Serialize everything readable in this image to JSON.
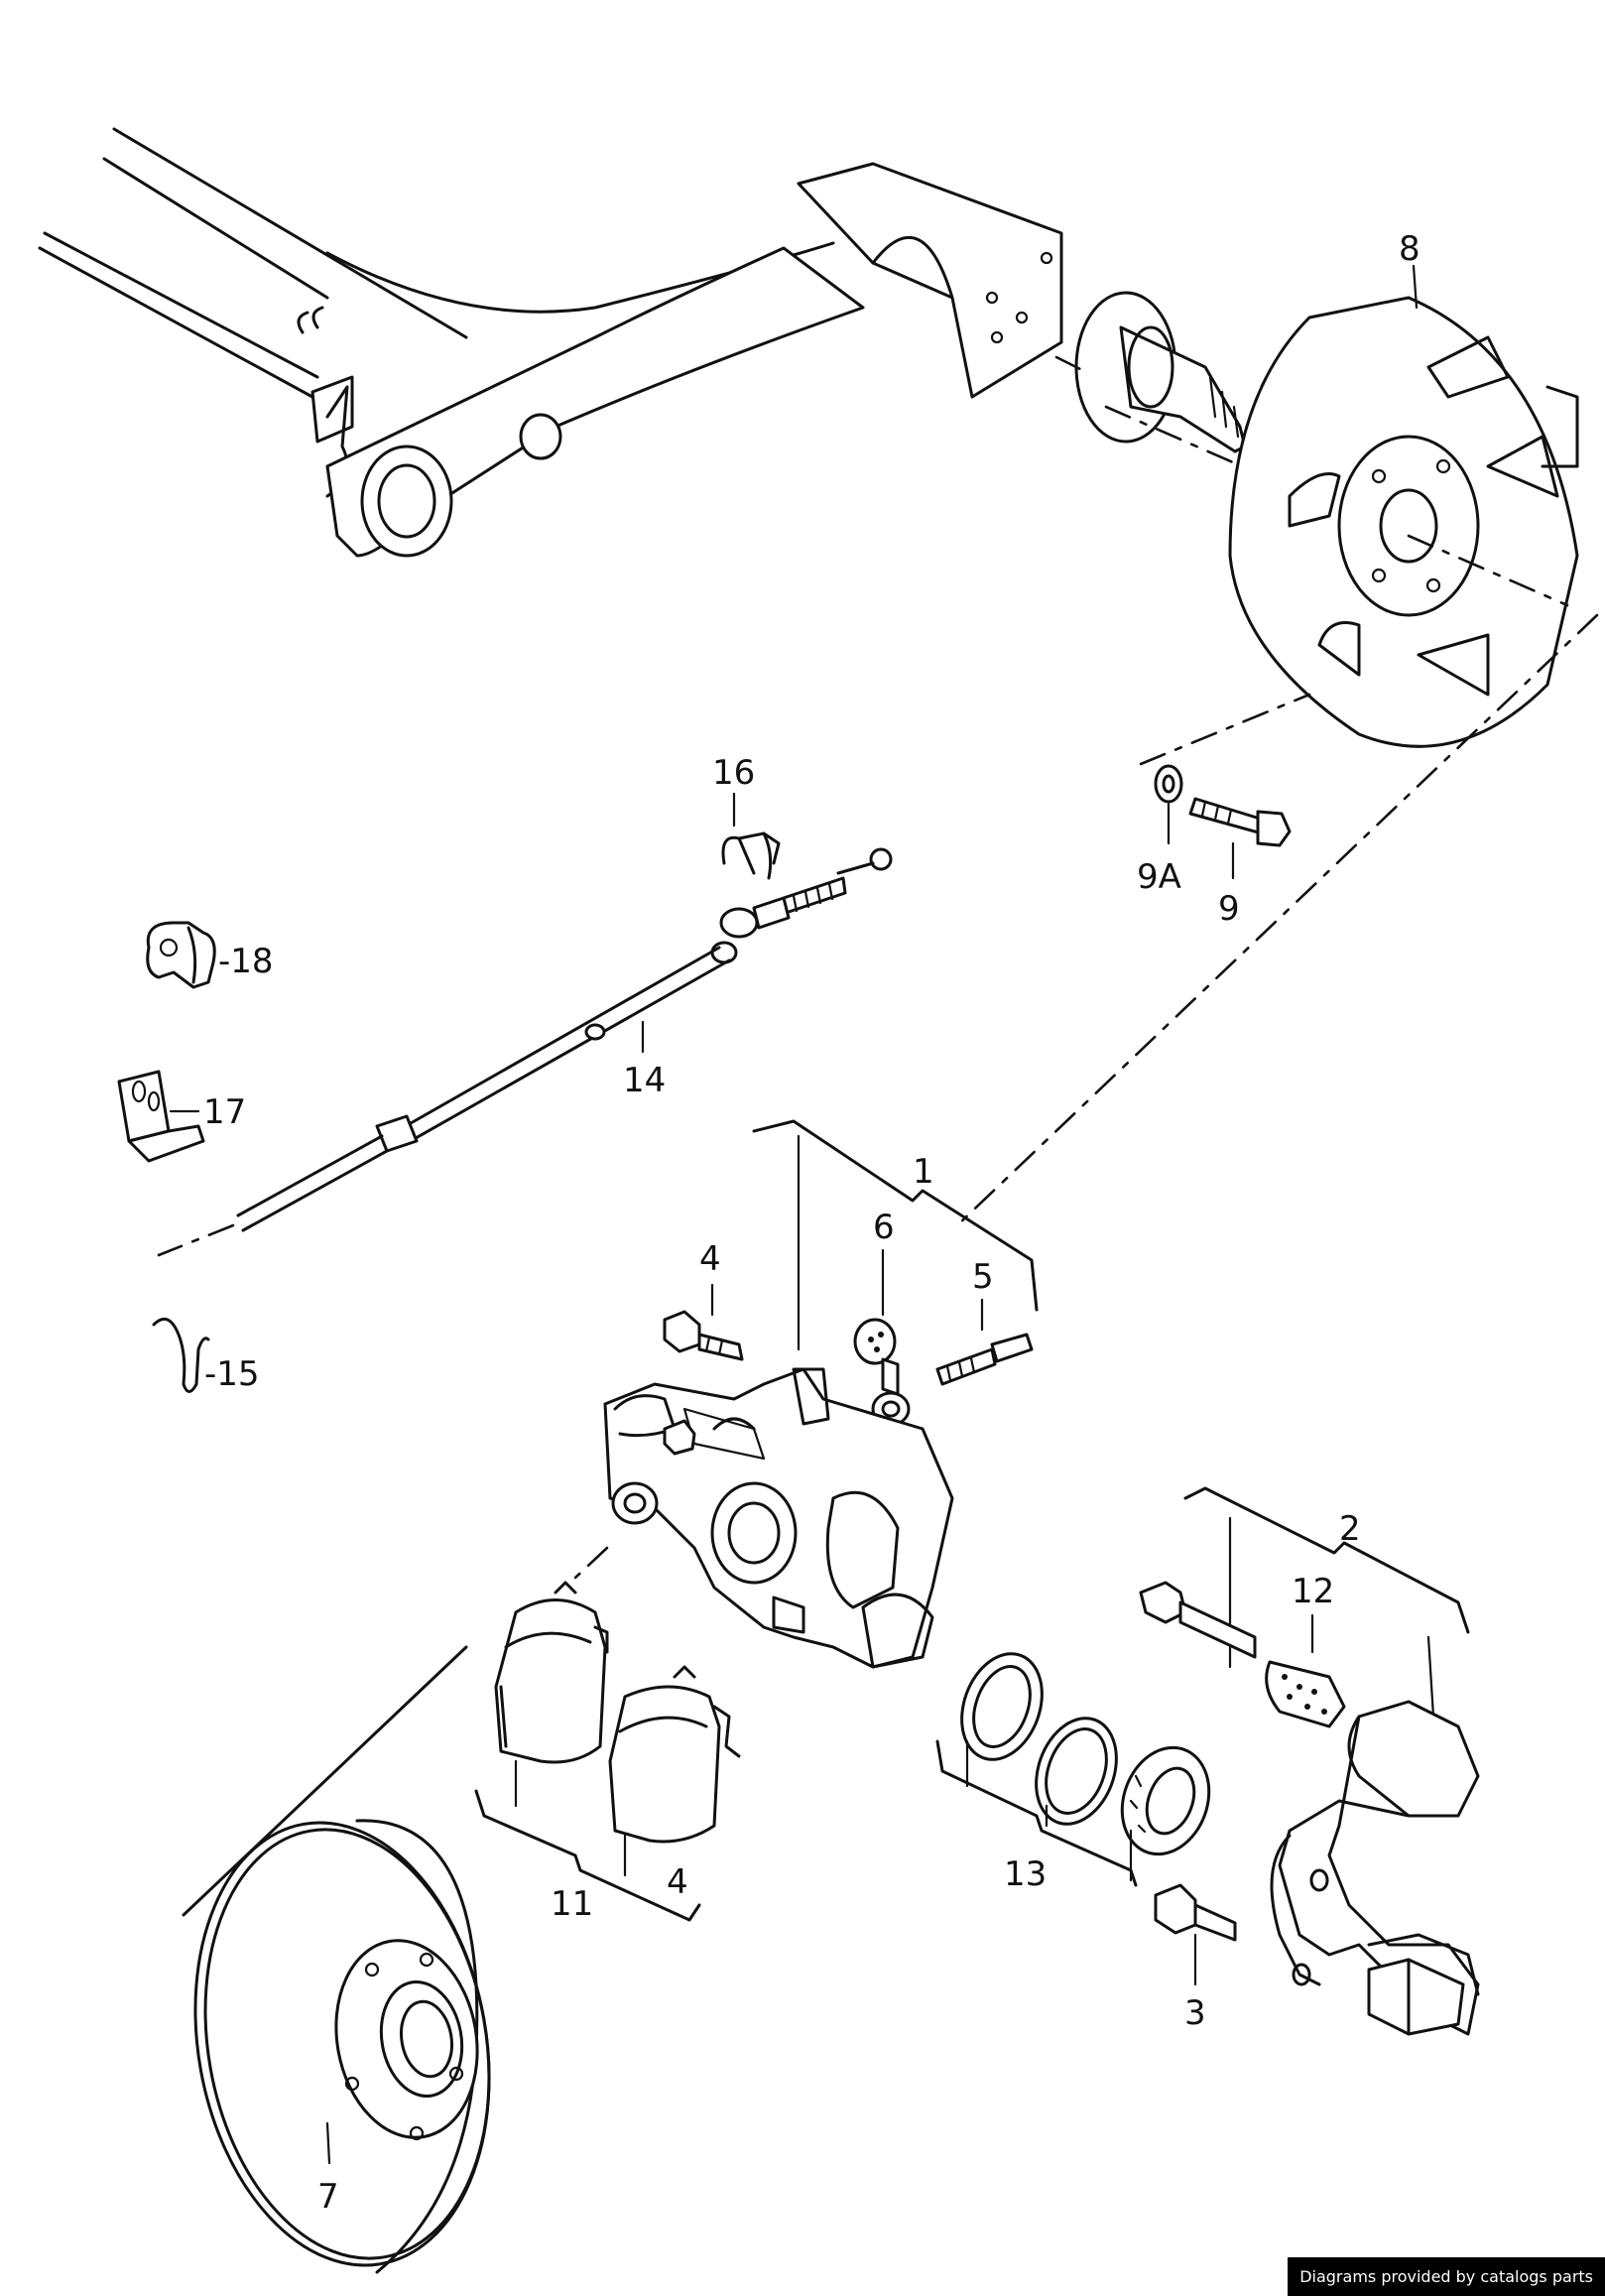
{
  "labels": {
    "p1": "1",
    "p2": "2",
    "p3": "3",
    "p4a": "4",
    "p4b": "4",
    "p5": "5",
    "p6": "6",
    "p7": "7",
    "p8": "8",
    "p9": "9",
    "p9a": "9A",
    "p11": "11",
    "p12": "12",
    "p13": "13",
    "p14": "14",
    "p15": "-15",
    "p16": "16",
    "p17": "17",
    "p18": "-18"
  },
  "footer": {
    "credit": "Diagrams provided by catalogs parts"
  }
}
